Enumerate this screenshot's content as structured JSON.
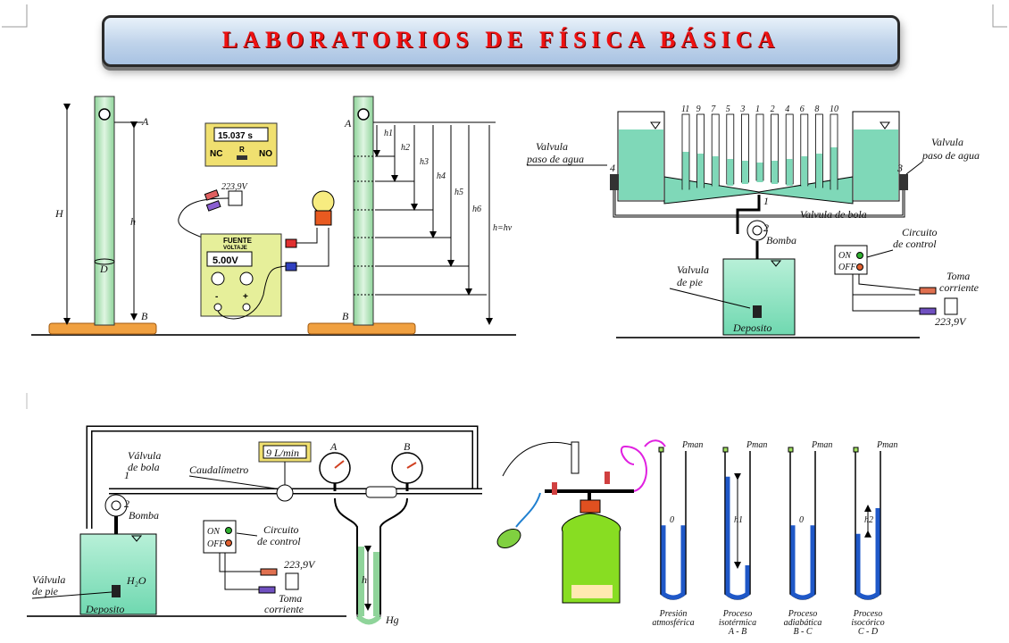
{
  "header": {
    "title": "LABORATORIOS DE FÍSICA BÁSICA"
  },
  "fall": {
    "left": {
      "label_A": "A",
      "label_B": "B",
      "label_H": "H",
      "label_h": "h",
      "label_D": "D"
    },
    "timer": {
      "reading": "15.037 s",
      "nc": "NC",
      "r": "R",
      "no": "NO"
    },
    "plug_voltage": "223,9V",
    "source": {
      "title": "FUENTE",
      "subtitle": "VOLTAJE",
      "reading": "5.00V",
      "minus": "-",
      "plus": "+"
    },
    "right": {
      "label_A": "A",
      "label_B": "B",
      "heights": [
        "h1",
        "h2",
        "h3",
        "h4",
        "h5",
        "h6",
        "h=hv"
      ]
    }
  },
  "venturi": {
    "tube_numbers": [
      "11",
      "9",
      "7",
      "5",
      "3",
      "1",
      "2",
      "4",
      "6",
      "8",
      "10"
    ],
    "valve_left": [
      "Valvula",
      "paso de agua"
    ],
    "valve_right": [
      "Valvula",
      "paso de agua"
    ],
    "num_left": "4",
    "num_right": "3",
    "num_1": "1",
    "num_2": "2",
    "ball_valve": "Valvula de bola",
    "pump": "Bomba",
    "control": [
      "Circuito",
      "de control"
    ],
    "on": "ON",
    "off": "OFF",
    "foot_valve": [
      "Valvula",
      "de pie"
    ],
    "outlet": [
      "Toma",
      "corriente"
    ],
    "voltage": "223,9V",
    "tank": "Deposito"
  },
  "flow": {
    "ball_valve": [
      "Válvula",
      "de bola"
    ],
    "num_1": "1",
    "num_2": "2",
    "flowmeter": "Caudalímetro",
    "flow_reading": "9 L/min",
    "gauge_a": "A",
    "gauge_b": "B",
    "pump": "Bomba",
    "on": "ON",
    "off": "OFF",
    "control": [
      "Circuito",
      "de control"
    ],
    "voltage": "223,9V",
    "outlet": [
      "Toma",
      "corriente"
    ],
    "foot_valve": [
      "Válvula",
      "de pie"
    ],
    "water": "H₂O",
    "tank": "Deposito",
    "manometer_h": "h",
    "mercury": "Hg"
  },
  "gas": {
    "tubes": [
      {
        "pman": "P",
        "sub": "man",
        "mid": "0",
        "caption": [
          "Presión",
          "atmosférica"
        ]
      },
      {
        "pman": "P",
        "sub": "man",
        "mid": "h1",
        "caption": [
          "Proceso",
          "isotérmica",
          "A - B"
        ]
      },
      {
        "pman": "P",
        "sub": "man",
        "mid": "0",
        "caption": [
          "Proceso",
          "adiabática",
          "B - C"
        ]
      },
      {
        "pman": "P",
        "sub": "man",
        "mid": "h2",
        "caption": [
          "Proceso",
          "isocórico",
          "C - D"
        ]
      }
    ]
  }
}
